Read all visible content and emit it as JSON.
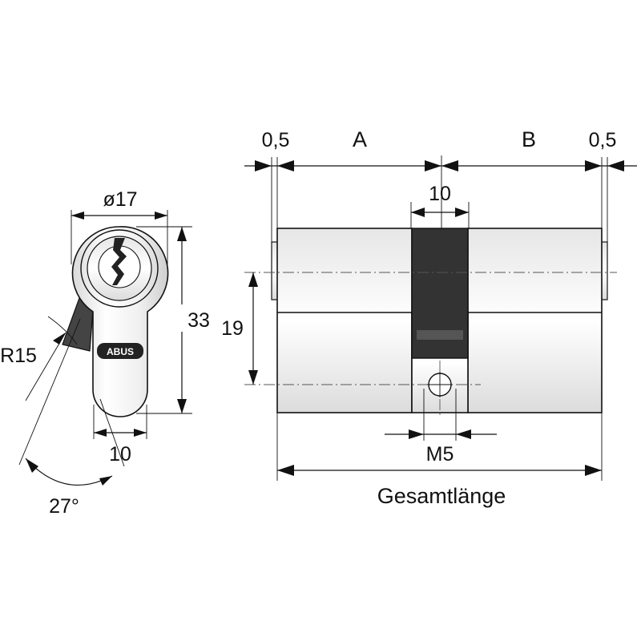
{
  "front_view": {
    "diameter_label": "ø17",
    "height_label": "33",
    "radius_label": "R15",
    "bottom_width_label": "10",
    "angle_label": "27°",
    "logo_text": "ABUS"
  },
  "side_view": {
    "left_offset_label": "0,5",
    "a_label": "A",
    "b_label": "B",
    "right_offset_label": "0,5",
    "cam_width_label": "10",
    "height_label": "19",
    "screw_label": "M5",
    "total_length_label": "Gesamtlänge"
  },
  "colors": {
    "line": "#111111",
    "cam": "#333333",
    "body_fill": "#f4f4f4"
  }
}
